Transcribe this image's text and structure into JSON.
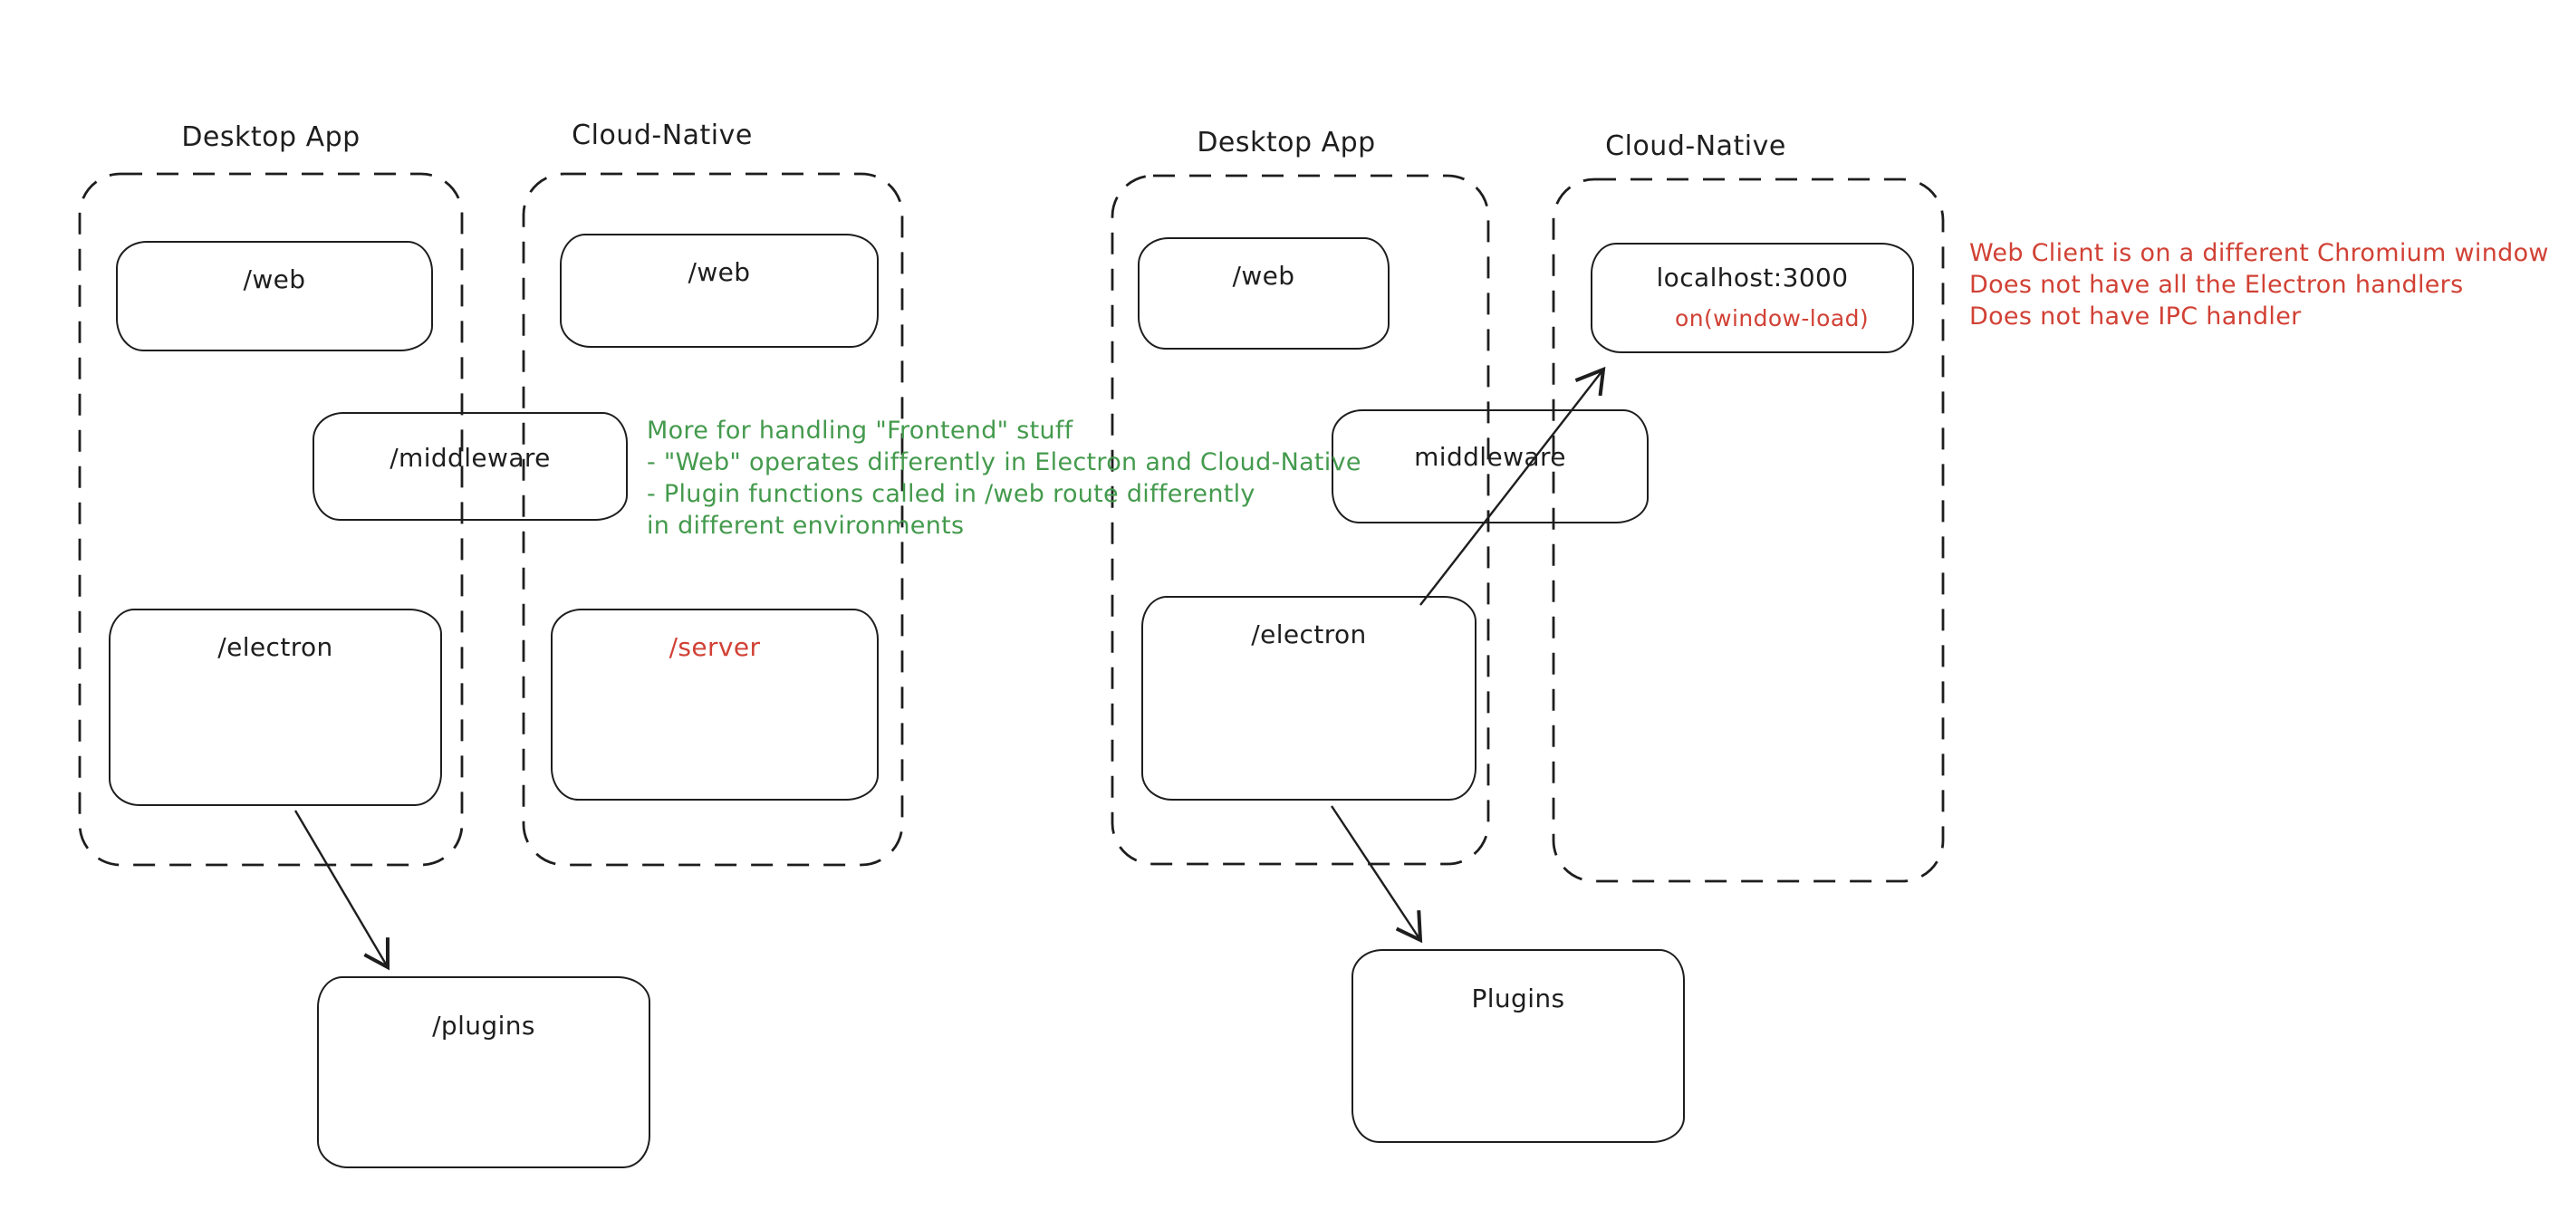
{
  "app": {
    "type": "hand-drawn architecture diagram (whiteboard style)",
    "colors": {
      "background": "#ffffff",
      "ink": "#1e1e1e",
      "red": "#d14135",
      "green": "#449a4d"
    }
  },
  "left_diagram": {
    "desktop_container": {
      "label": "Desktop App"
    },
    "cloud_container": {
      "label": "Cloud-Native"
    },
    "boxes": {
      "desktop_web": "/web",
      "cloud_web": "/web",
      "middleware": "/middleware",
      "electron": "/electron",
      "server": "/server",
      "plugins": "/plugins"
    },
    "annotation": {
      "color": "#449a4d",
      "lines": {
        "0": "More for handling \"Frontend\" stuff",
        "1": "- \"Web\" operates differently in Electron and Cloud-Native",
        "2": "- Plugin functions called in /web route differently",
        "3": "in different environments"
      }
    },
    "arrows": {
      "electron_to_plugins": "arrow from /electron to /plugins"
    }
  },
  "right_diagram": {
    "desktop_container": {
      "label": "Desktop App"
    },
    "cloud_container": {
      "label": "Cloud-Native"
    },
    "boxes": {
      "desktop_web": "/web",
      "localhost": "localhost:3000",
      "localhost_event": "on(window-load)",
      "middleware": "middleware",
      "electron": "/electron",
      "plugins": "Plugins"
    },
    "annotation": {
      "color": "#d14135",
      "lines": {
        "0": "Web Client is on a different Chromium window",
        "1": "Does not have all the Electron handlers",
        "2": "Does not have IPC handler"
      }
    },
    "arrows": {
      "electron_to_localhost": "arrow from /electron through middleware to localhost:3000",
      "electron_to_plugins": "arrow from /electron to Plugins"
    }
  }
}
